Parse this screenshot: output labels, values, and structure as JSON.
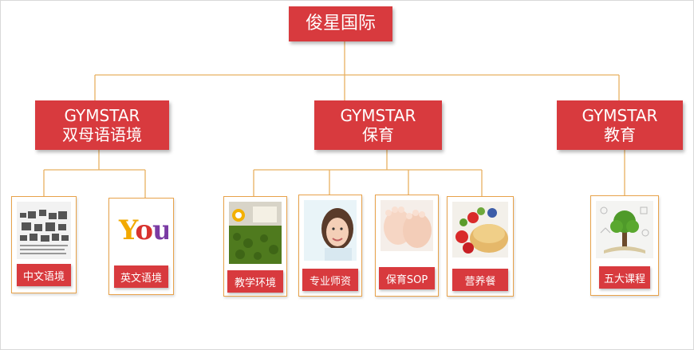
{
  "root": {
    "title": "俊星国际"
  },
  "branches": [
    {
      "line1": "GYMSTAR",
      "line2": "双母语语境"
    },
    {
      "line1": "GYMSTAR",
      "line2": "保育"
    },
    {
      "line1": "GYMSTAR",
      "line2": "教育"
    }
  ],
  "cards": [
    {
      "label": "中文语境",
      "icon": "newspaper-icon"
    },
    {
      "label": "英文语境",
      "icon": "you-lettering-icon"
    },
    {
      "label": "教学环境",
      "icon": "classroom-photo-icon"
    },
    {
      "label": "专业师资",
      "icon": "teacher-photo-icon"
    },
    {
      "label": "保育SOP",
      "icon": "baby-feet-photo-icon"
    },
    {
      "label": "营养餐",
      "icon": "meal-photo-icon"
    },
    {
      "label": "五大课程",
      "icon": "tree-book-icon"
    }
  ],
  "colors": {
    "box": "#d83a3e",
    "connector": "#e8b060",
    "card_border": "#e8a24a"
  },
  "you_text": "You"
}
